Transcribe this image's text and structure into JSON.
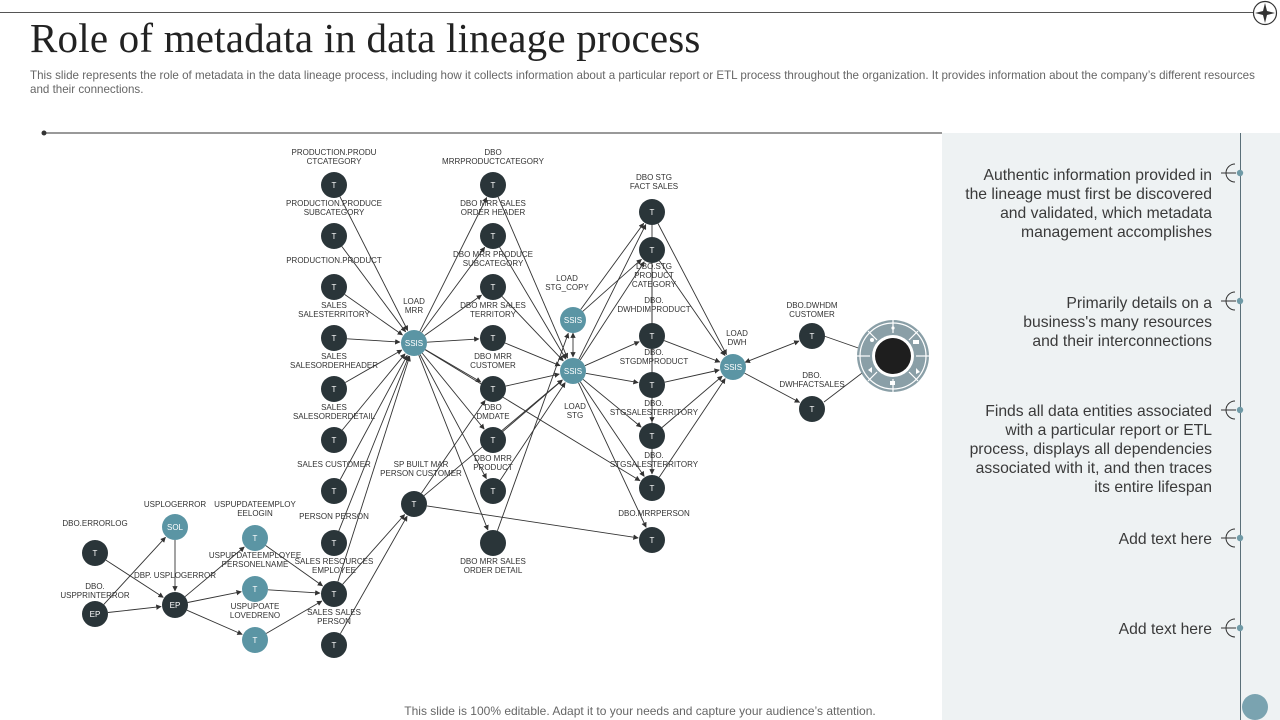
{
  "title": "Role of metadata in data lineage process",
  "subtitle": "This slide represents the role of metadata in the data lineage process, including how it collects information about a particular report or ETL process throughout the organization. It provides information about the company’s different resources and their connections.",
  "footer": "This slide is 100% editable. Adapt it to your needs and capture your audience’s attention.",
  "panel_items": [
    {
      "lines": [
        "Authentic information provided in",
        "the lineage must first be discovered",
        "and validated, which metadata",
        "management accomplishes"
      ]
    },
    {
      "lines": [
        "Primarily details on a",
        "business's many resources",
        "and their interconnections"
      ]
    },
    {
      "lines": [
        "Finds all data entities associated",
        "with a particular report or ETL",
        "process, displays all dependencies",
        "associated with it, and then traces",
        "its entire lifespan"
      ]
    },
    {
      "lines": [
        "Add text here"
      ]
    },
    {
      "lines": [
        "Add text here"
      ]
    }
  ],
  "colors": {
    "dark_node": "#2a3539",
    "teal_node": "#5b95a4",
    "panel_bg": "#eef2f3",
    "hub_gray": "#8a9fa7"
  },
  "nodes": [
    {
      "id": "pc",
      "text": "T",
      "label": [
        "PRODUCTION.PRODU",
        "CTCATEGORY"
      ],
      "style": "dark"
    },
    {
      "id": "ps",
      "text": "T",
      "label": [
        "PRODUCTION.PRODUCE",
        "SUBCATEGORY"
      ],
      "style": "dark"
    },
    {
      "id": "pp",
      "text": "T",
      "label": [
        "PRODUCTION.PRODUCT"
      ],
      "style": "dark"
    },
    {
      "id": "st",
      "text": "T",
      "label": [
        "SALES",
        "SALESTERRITORY"
      ],
      "style": "dark"
    },
    {
      "id": "soh",
      "text": "T",
      "label": [
        "SALES",
        "SALESORDERHEADER"
      ],
      "style": "dark"
    },
    {
      "id": "sod",
      "text": "T",
      "label": [
        "SALES",
        "SALESORDERDETAIL"
      ],
      "style": "dark"
    },
    {
      "id": "sc",
      "text": "T",
      "label": [
        "SALES  CUSTOMER"
      ],
      "style": "dark"
    },
    {
      "id": "per",
      "text": "T",
      "label": [
        "PERSON  PERSON"
      ],
      "style": "dark"
    },
    {
      "id": "sre",
      "text": "T",
      "label": [
        "SALES  RESOURCES",
        "EMPLOYEE"
      ],
      "style": "dark"
    },
    {
      "id": "ssp",
      "text": "T",
      "label": [
        "SALES  SALES",
        "PERSON"
      ],
      "style": "dark"
    },
    {
      "id": "lmrr",
      "text": "SSIS",
      "label": [
        "LOAD",
        "MRR"
      ],
      "style": "teal"
    },
    {
      "id": "spb",
      "text": "T",
      "label": [
        "SP BUILT MAR",
        "PERSON CUSTOMER"
      ],
      "style": "dark"
    },
    {
      "id": "mpc",
      "text": "T",
      "label": [
        "DBO",
        "MRRPRODUCTCATEGORY"
      ],
      "style": "dark"
    },
    {
      "id": "msoh",
      "text": "T",
      "label": [
        "DBO MRR SALES",
        "ORDER HEADER"
      ],
      "style": "dark"
    },
    {
      "id": "mps",
      "text": "T",
      "label": [
        "DBO MRR PRODUCE",
        "SUBCATEGORY"
      ],
      "style": "dark"
    },
    {
      "id": "mst",
      "text": "T",
      "label": [
        "DBO MRR SALES",
        "TERRITORY"
      ],
      "style": "dark"
    },
    {
      "id": "mcu",
      "text": "T",
      "label": [
        "DBO MRR",
        "CUSTOMER"
      ],
      "style": "dark"
    },
    {
      "id": "mdd",
      "text": "T",
      "label": [
        "DBO",
        "DMDATE"
      ],
      "style": "dark"
    },
    {
      "id": "mpr",
      "text": "T",
      "label": [
        "DBO MRR",
        "PRODUCT"
      ],
      "style": "dark"
    },
    {
      "id": "msod",
      "text": "",
      "label": [
        "DBO MRR SALES",
        "ORDER DETAIL"
      ],
      "style": "dark"
    },
    {
      "id": "lstgc",
      "text": "SSIS",
      "label": [
        "LOAD",
        "STG_COPY"
      ],
      "style": "teal"
    },
    {
      "id": "lstg",
      "text": "SSIS",
      "label": [
        "LOAD",
        "STG"
      ],
      "style": "teal"
    },
    {
      "id": "sfs",
      "text": "T",
      "label": [
        "DBO STG",
        "FACT SALES"
      ],
      "style": "dark"
    },
    {
      "id": "spcat",
      "text": "T",
      "label": [
        "DBO.STG",
        "PRODUCT",
        "CATEGORY"
      ],
      "style": "dark"
    },
    {
      "id": "dwp",
      "text": "T",
      "label": [
        "DBO.",
        "DWHDIMPRODUCT"
      ],
      "style": "dark"
    },
    {
      "id": "stp",
      "text": "T",
      "label": [
        "DBO.",
        "STGDMPRODUCT"
      ],
      "style": "dark"
    },
    {
      "id": "sst1",
      "text": "T",
      "label": [
        "DBO.",
        "STGSALESTERRITORY"
      ],
      "style": "dark"
    },
    {
      "id": "sst2",
      "text": "T",
      "label": [
        "DBO.",
        "STGSALESTERRITORY"
      ],
      "style": "dark"
    },
    {
      "id": "mrrp",
      "text": "T",
      "label": [
        "DBO.MRRPERSON"
      ],
      "style": "dark"
    },
    {
      "id": "ldwh",
      "text": "SSIS",
      "label": [
        "LOAD",
        "DWH"
      ],
      "style": "teal"
    },
    {
      "id": "dwc",
      "text": "T",
      "label": [
        "DBO.DWHDM",
        "CUSTOMER"
      ],
      "style": "dark"
    },
    {
      "id": "dwfs",
      "text": "T",
      "label": [
        "DBO.",
        "DWHFACTSALES"
      ],
      "style": "dark"
    },
    {
      "id": "err",
      "text": "T",
      "label": [
        "DBO.ERRORLOG"
      ],
      "style": "dark"
    },
    {
      "id": "ep",
      "text": "EP",
      "label": [
        "DBO.",
        "USPPRINTERROR"
      ],
      "style": "dark"
    },
    {
      "id": "sol",
      "text": "SOL",
      "label": [
        "USPLOGERROR"
      ],
      "style": "teal"
    },
    {
      "id": "ep2",
      "text": "EP",
      "label": [
        "DBP.  USPLOGERROR"
      ],
      "style": "dark"
    },
    {
      "id": "ue1",
      "text": "T",
      "label": [
        "USPUPDATEEMPLOY",
        "EELOGIN"
      ],
      "style": "teal"
    },
    {
      "id": "ue2",
      "text": "T",
      "label": [
        "USPUPDATEEMPLOYEE",
        "PERSONELNAME"
      ],
      "style": "teal"
    },
    {
      "id": "ue3",
      "text": "T",
      "label": [
        "USPUPOATE",
        "LOVEDRENO"
      ],
      "style": "teal"
    }
  ]
}
